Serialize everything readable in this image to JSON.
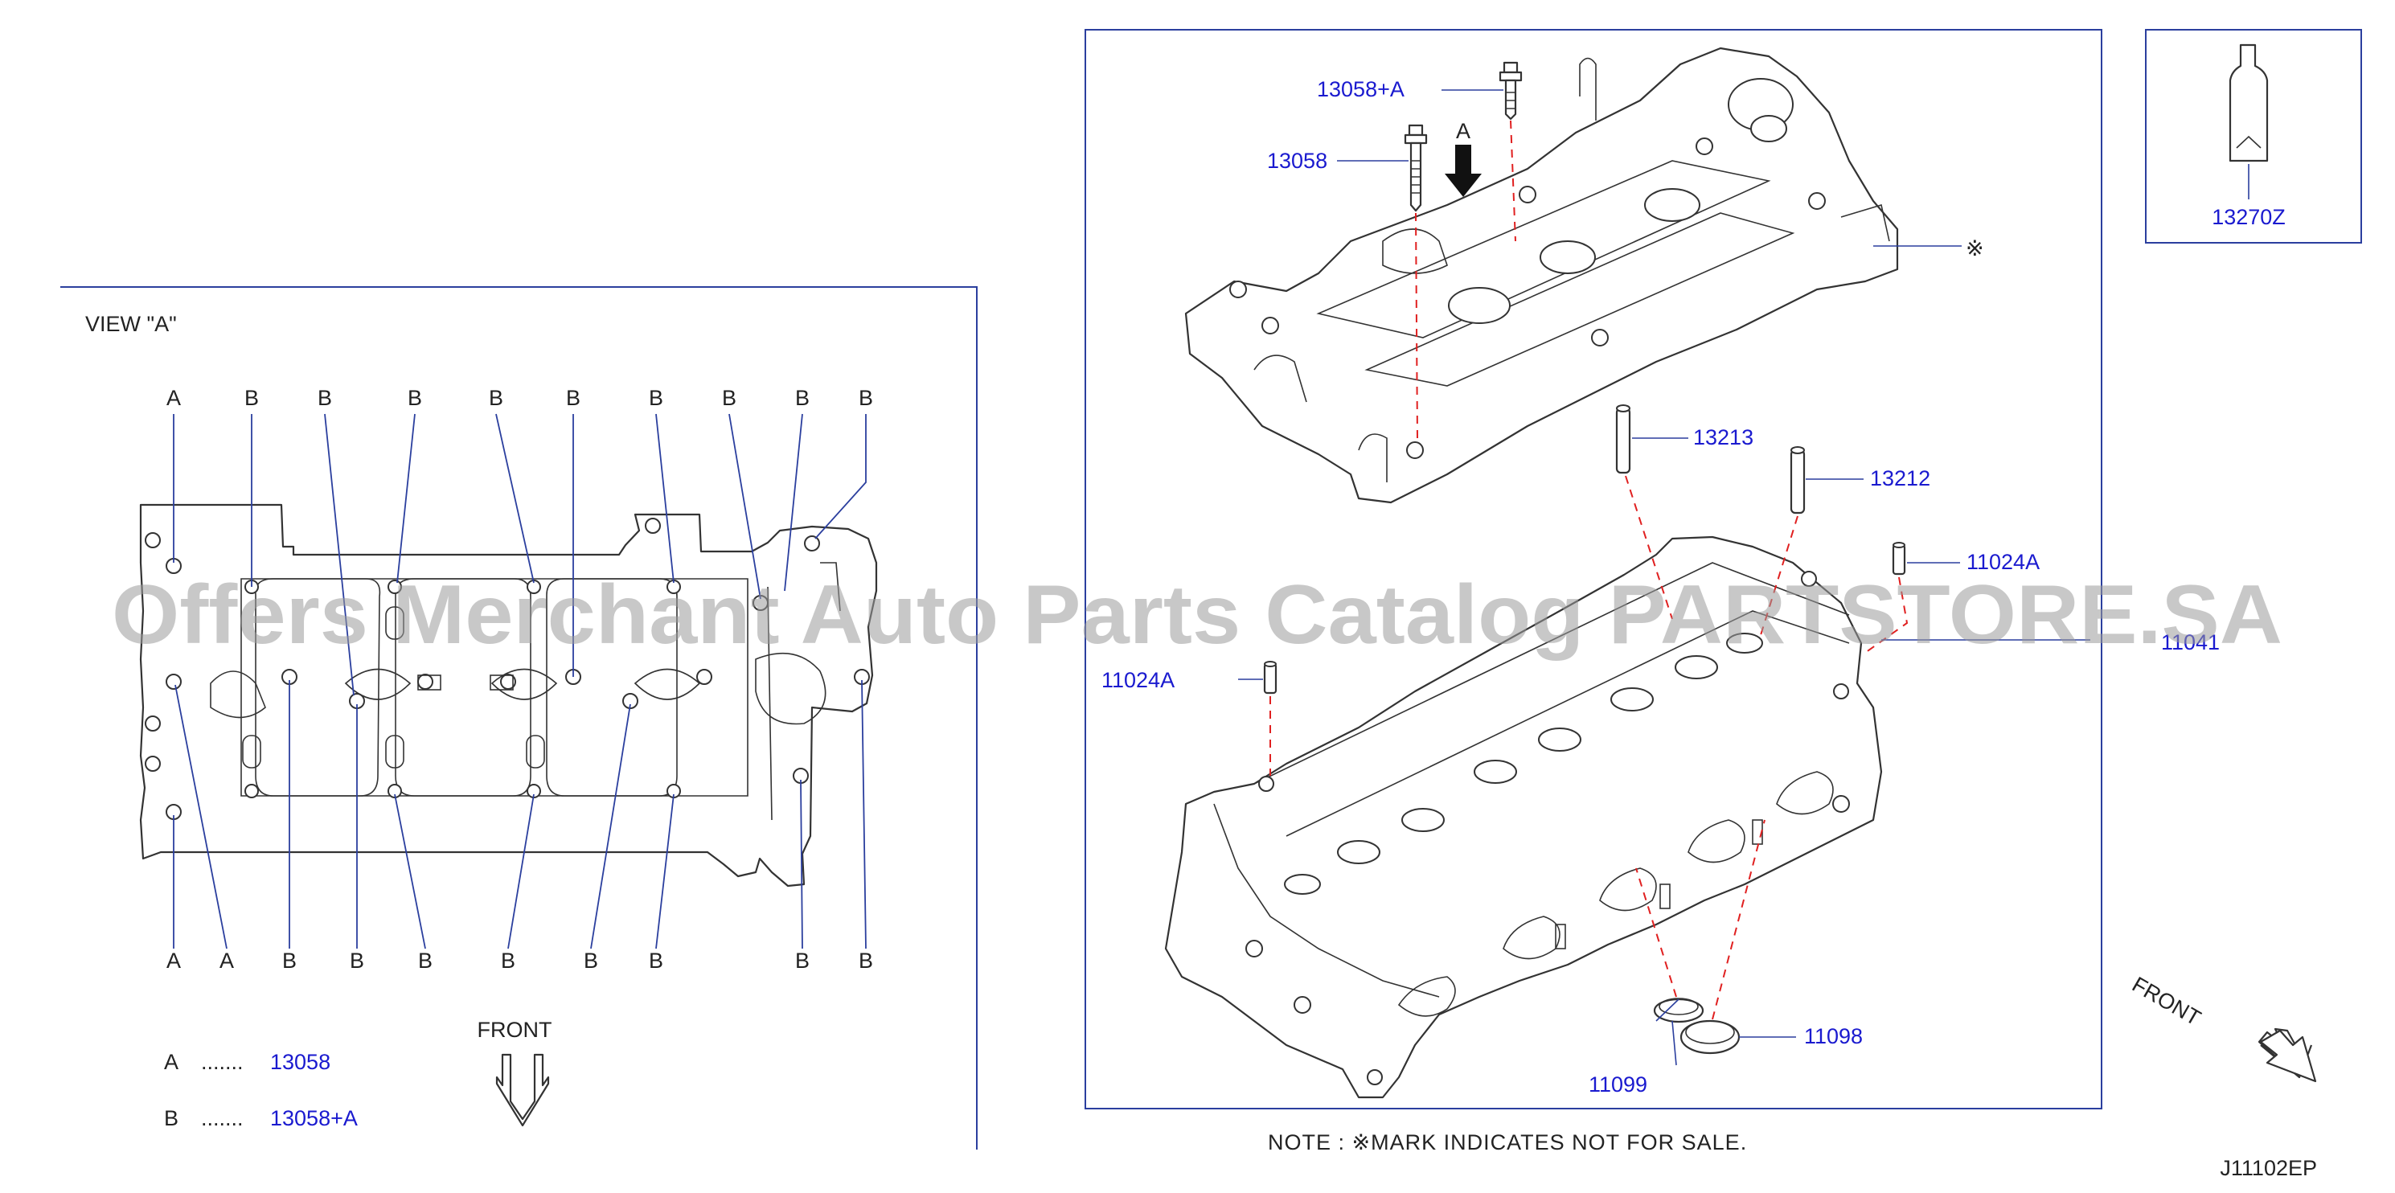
{
  "view_a": {
    "title": "VIEW  \"A\"",
    "top_labels": [
      "A",
      "B",
      "B",
      "B",
      "B",
      "B",
      "B",
      "B",
      "B",
      "B"
    ],
    "bottom_labels": [
      "A",
      "A",
      "B",
      "B",
      "B",
      "B",
      "B",
      "B",
      "B",
      "B"
    ],
    "legend": [
      {
        "key": "A",
        "dots": ".......",
        "part": "13058"
      },
      {
        "key": "B",
        "dots": ".......",
        "part": "13058+A"
      }
    ],
    "front_label": "FRONT"
  },
  "main": {
    "callouts": {
      "bolt_a": "13058+A",
      "bolt": "13058",
      "arrow_a": "A",
      "cover_mark": "※",
      "guide_13213": "13213",
      "guide_13212": "13212",
      "dowel_right": "11024A",
      "head": "11041",
      "dowel_left": "11024A",
      "seal_11098": "11098",
      "seal_11099": "11099"
    },
    "front_label": "FRONT",
    "note": "NOTE : ※MARK  INDICATES  NOT  FOR  SALE."
  },
  "inset": {
    "part": "13270Z"
  },
  "diagram_code": "J11102EP",
  "watermark": "Offers Merchant Auto Parts Catalog PARTSTORE.SA",
  "colors": {
    "frame": "#2b3f9e",
    "part_number": "#1a1acf",
    "leader_dash": "#e02020"
  }
}
